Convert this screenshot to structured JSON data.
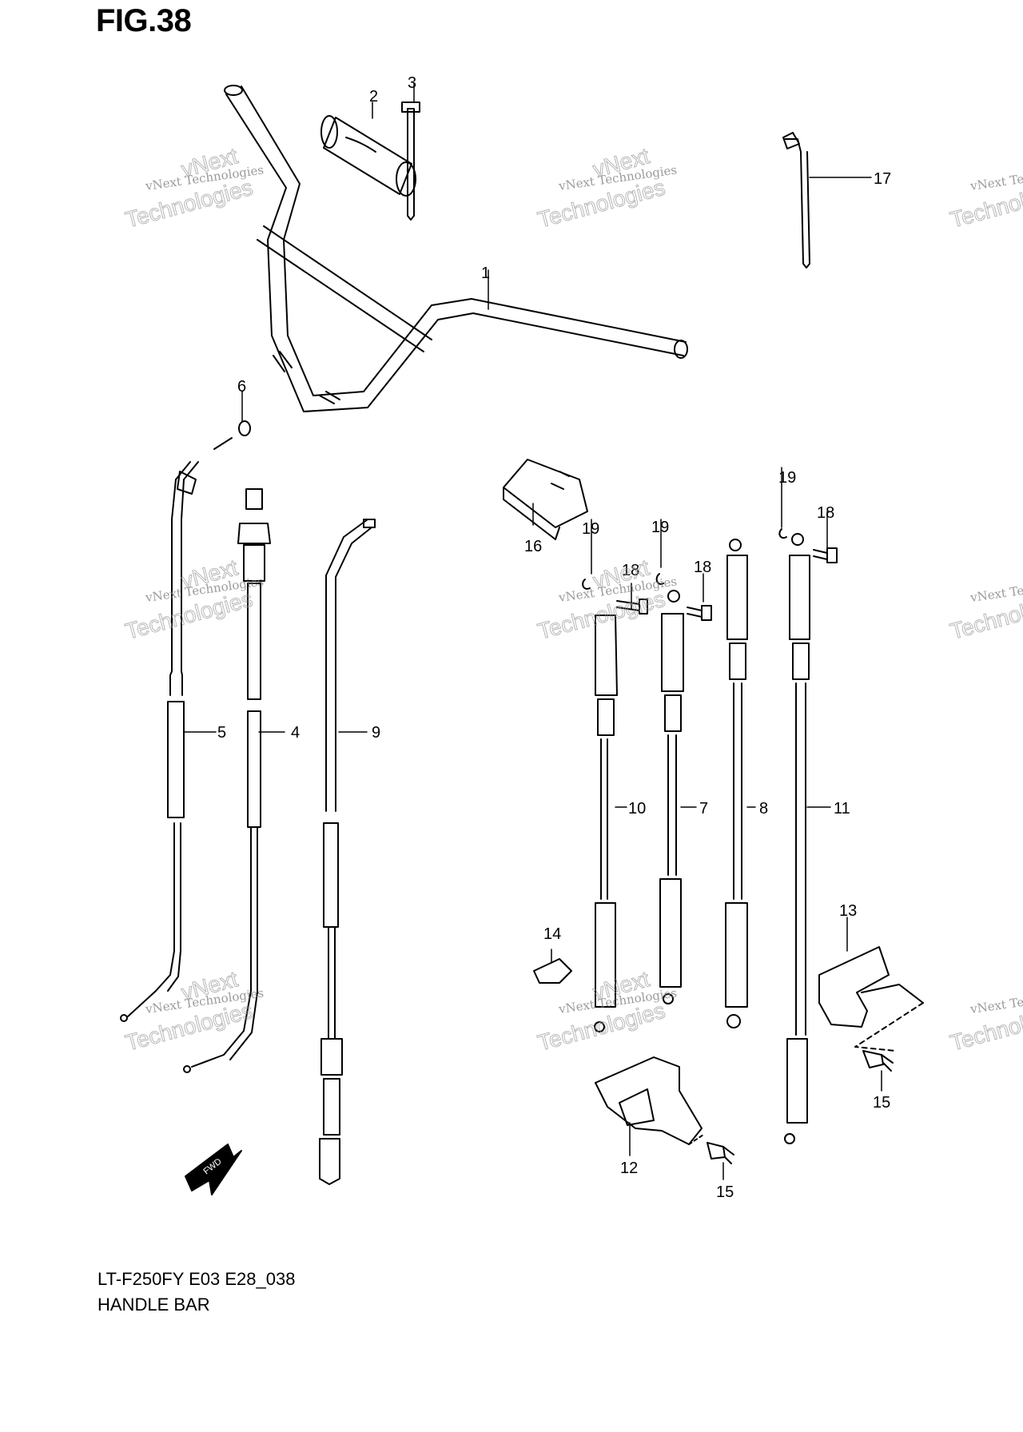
{
  "figure": {
    "title": "FIG.38",
    "model_code": "LT-F250FY E03 E28_038",
    "section_name": "HANDLE BAR"
  },
  "watermark": {
    "line1": "vNext Technologies",
    "line2a": "vNext",
    "line2b": "Technologies"
  },
  "direction_label": "FWD",
  "callouts": [
    "1",
    "2",
    "3",
    "4",
    "5",
    "6",
    "7",
    "8",
    "9",
    "10",
    "11",
    "12",
    "13",
    "14",
    "15",
    "15",
    "16",
    "17",
    "18",
    "18",
    "18",
    "19",
    "19",
    "19",
    "19"
  ]
}
